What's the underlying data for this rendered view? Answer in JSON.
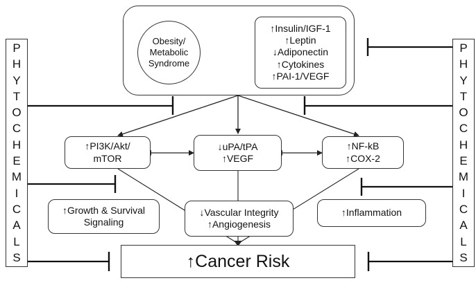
{
  "left_sidebar": {
    "letters": [
      "P",
      "H",
      "Y",
      "T",
      "O",
      "C",
      "H",
      "E",
      "M",
      "I",
      "C",
      "A",
      "L",
      "S"
    ]
  },
  "right_sidebar": {
    "letters": [
      "P",
      "H",
      "Y",
      "T",
      "O",
      "C",
      "H",
      "E",
      "M",
      "I",
      "C",
      "A",
      "L",
      "S"
    ]
  },
  "obesity": {
    "lines": [
      "Obesity/",
      "Metabolic",
      "Syndrome"
    ]
  },
  "factors": {
    "lines": [
      "↑Insulin/IGF-1",
      "↑Leptin",
      "↓Adiponectin",
      "↑Cytokines",
      "↑PAI-1/VEGF"
    ]
  },
  "pi3k": {
    "lines": [
      "↑PI3K/Akt/",
      "mTOR"
    ]
  },
  "upa": {
    "lines": [
      "↓uPA/tPA",
      "↑VEGF"
    ]
  },
  "nfkb": {
    "lines": [
      "↑NF-kB",
      "↑COX-2"
    ]
  },
  "growth": {
    "lines": [
      "↑Growth & Survival",
      "Signaling"
    ]
  },
  "vascular": {
    "lines": [
      "↓Vascular Integrity",
      "↑Angiogenesis"
    ]
  },
  "inflammation": {
    "lines": [
      "↑Inflammation"
    ]
  },
  "cancer": {
    "label": "↑Cancer Risk"
  }
}
